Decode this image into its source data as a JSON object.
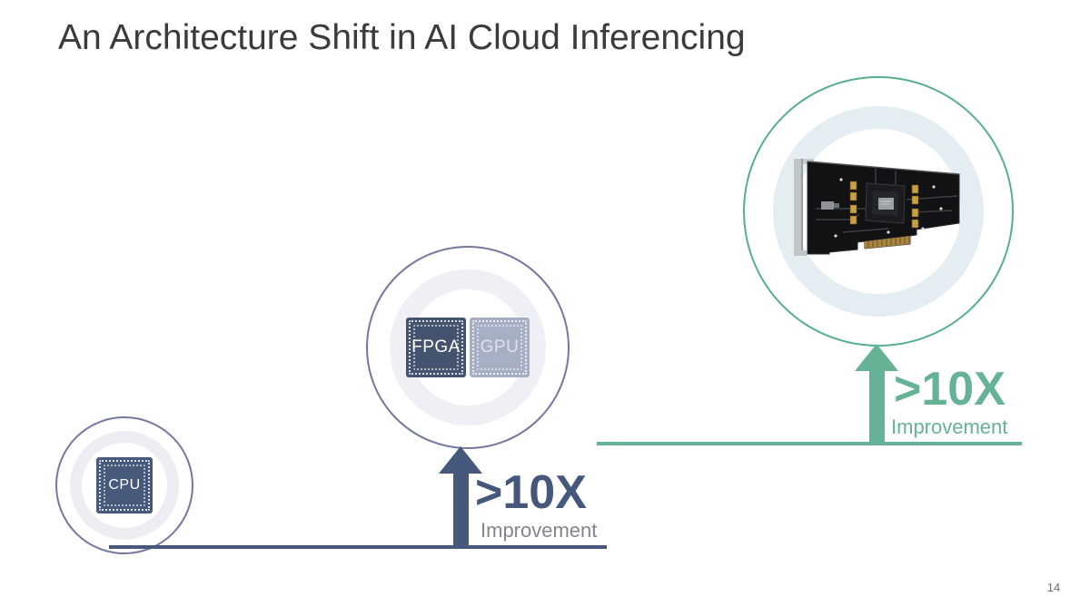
{
  "title": "An Architecture Shift in AI Cloud Inferencing",
  "page_number": "14",
  "stages": [
    {
      "icon": "cpu-chip",
      "chips": [
        {
          "label": "CPU"
        }
      ]
    },
    {
      "icon": "fpga-gpu-chips",
      "chips": [
        {
          "label": "FPGA"
        },
        {
          "label": "GPU"
        }
      ],
      "metric": {
        "value": ">10X",
        "caption": "Improvement"
      }
    },
    {
      "icon": "accelerator-card",
      "chips": [],
      "metric": {
        "value": ">10X",
        "caption": "Improvement"
      }
    }
  ],
  "colors": {
    "title_text": "#3b3b3b",
    "dark_slate": "#46587b",
    "dark_circle_outline": "#7478a0",
    "green": "#66b294",
    "green_circle_outline": "#54b08c",
    "caption_gray": "#84858c",
    "ring_gray": "#eceef4",
    "ring_ice_blue": "#e3edf2",
    "cpu_chip_fill": "#475a7c",
    "fpga_chip_fill": "#44536e",
    "gpu_chip_fill": "#a7afc4",
    "page_number_gray": "#6f6f6f"
  }
}
